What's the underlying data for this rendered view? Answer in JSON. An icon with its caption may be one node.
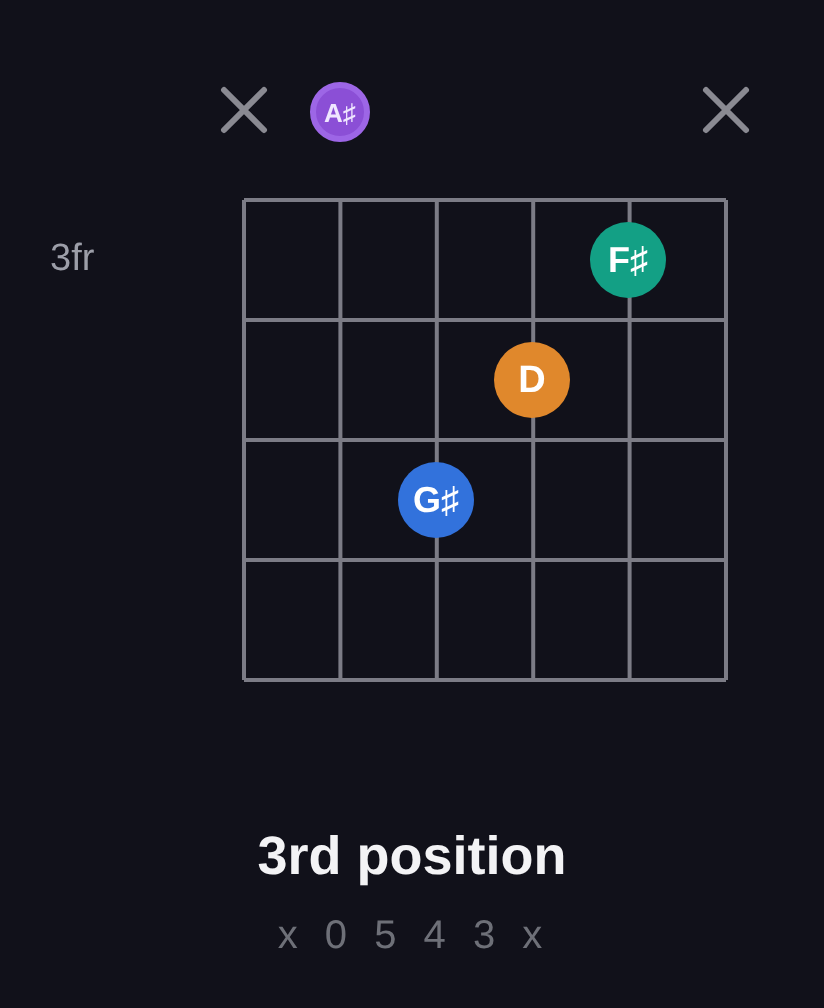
{
  "diagram": {
    "title": "3rd position",
    "nodes": [
      {
        "text": [
          "A♯"
        ]
      },
      {
        "text": [
          "F♯"
        ]
      },
      {
        "text": [
          "D"
        ]
      },
      {
        "text": [
          "G♯"
        ]
      }
    ],
    "labels": [
      "3fr",
      "x 0 5 4 3 x"
    ]
  }
}
